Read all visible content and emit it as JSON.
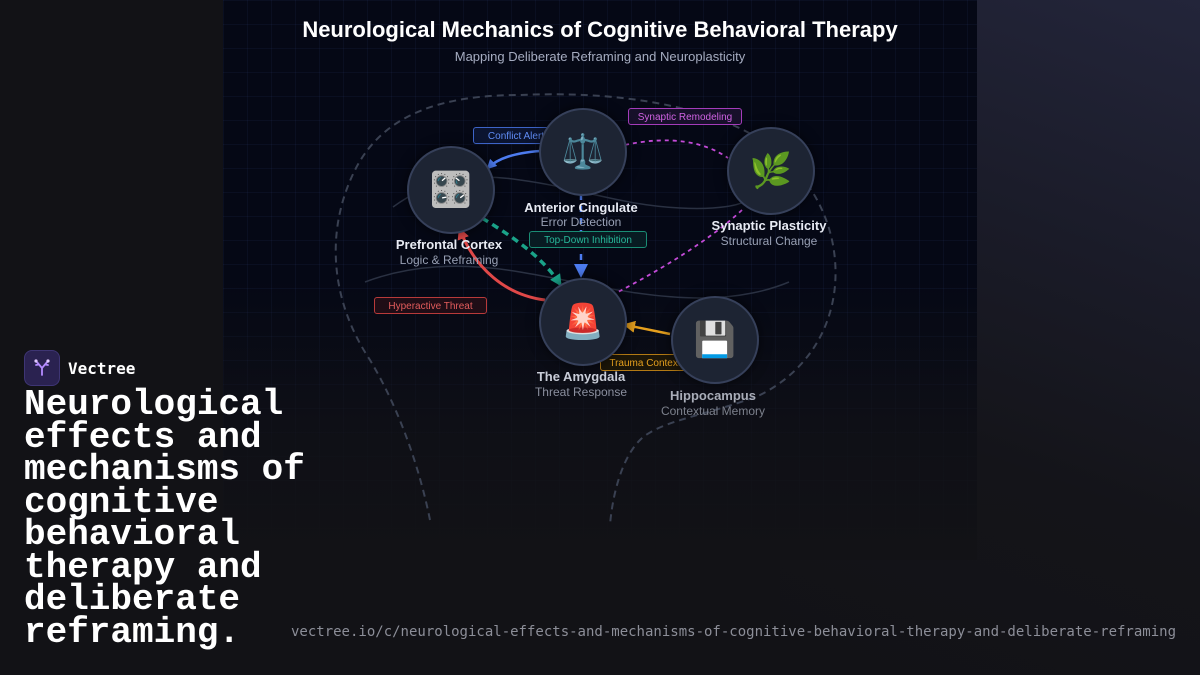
{
  "diagram": {
    "title": "Neurological Mechanics of Cognitive Behavioral Therapy",
    "subtitle": "Mapping Deliberate Reframing and Neuroplasticity",
    "nodes": {
      "prefrontal": {
        "label": "Prefrontal Cortex",
        "sub": "Logic & Reframing",
        "icon": "control-knobs-icon",
        "glyph": "🎛️"
      },
      "cingulate": {
        "label": "Anterior Cingulate",
        "sub": "Error Detection",
        "icon": "balance-scale-icon",
        "glyph": "⚖️"
      },
      "plasticity": {
        "label": "Synaptic Plasticity",
        "sub": "Structural Change",
        "icon": "leaf-icon",
        "glyph": "🌿"
      },
      "amygdala": {
        "label": "The Amygdala",
        "sub": "Threat Response",
        "icon": "alarm-light-icon",
        "glyph": "🚨"
      },
      "hippocampus": {
        "label": "Hippocampus",
        "sub": "Contextual Memory",
        "icon": "floppy-disk-icon",
        "glyph": "💾"
      }
    },
    "edges": {
      "conflict_alert": {
        "label": "Conflict Alert",
        "color": "#4d7cf0"
      },
      "synaptic_remodeling": {
        "label": "Synaptic Remodeling",
        "color": "#c44bd8"
      },
      "top_down_inhibition": {
        "label": "Top-Down Inhibition",
        "color": "#1aa389"
      },
      "hyperactive_threat": {
        "label": "Hyperactive Threat",
        "color": "#e04848"
      },
      "trauma_context": {
        "label": "Trauma Context",
        "color": "#e6a01e"
      }
    }
  },
  "brand": {
    "name": "Vectree",
    "headline": "Neurological effects and mechanisms of cognitive behavioral therapy and deliberate reframing.",
    "url": "vectree.io/c/neurological-effects-and-mechanisms-of-cognitive-behavioral-therapy-and-deliberate-reframing"
  }
}
